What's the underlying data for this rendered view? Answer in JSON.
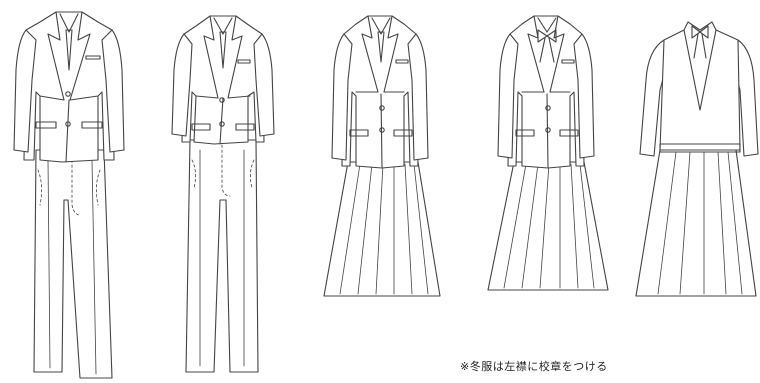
{
  "caption": "※冬服は左襟に校章をつける",
  "figures": [
    {
      "id": "male-blazer-trousers"
    },
    {
      "id": "male-blazer-slim-trousers"
    },
    {
      "id": "female-blazer-pleated-skirt-tie"
    },
    {
      "id": "female-blazer-pleated-skirt-ribbon"
    },
    {
      "id": "female-vest-blouse-pleated-skirt"
    }
  ]
}
